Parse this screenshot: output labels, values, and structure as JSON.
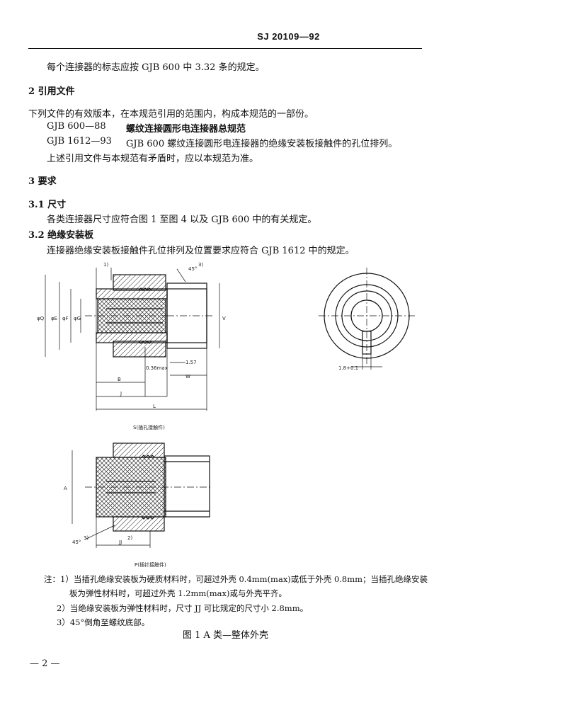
{
  "header": "SJ 20109—92",
  "lines": {
    "l1": "每个连接器的标志应按 GJB 600 中 3.32 条的规定。",
    "sec2": "2   引用文件",
    "p1": "下列文件的有效版本，在本规范引用的范围内，构成本规范的一部份。",
    "ref1_code": "GJB 600—88",
    "ref1_title": "螺纹连接圆形电连接器总规范",
    "ref2_code": "GJB 1612—93",
    "ref2_title": "GJB 600 螺纹连接圆形电连接器的绝缘安装板接触件的孔位排列。",
    "p2": "上述引用文件与本规范有矛盾时，应以本规范为准。",
    "sec3": "3   要求",
    "sec31": "3.1   尺寸",
    "p31": "各类连接器尺寸应符合图 1 至图 4 以及 GJB 600 中的有关规定。",
    "sec32": "3.2   绝缘安装板",
    "p32": "连接器绝缘安装板接触件孔位排列及位置要求应符合 GJB 1612 中的规定。"
  },
  "figure": {
    "label_note1": "1)",
    "label_45_top": "45°",
    "label_sup3": "3)",
    "label_phiQ": "φQ",
    "label_phiE": "φE",
    "label_phiF": "φF",
    "label_phiG": "φG",
    "label_V": "V",
    "label_036": "0.36max",
    "label_157": "1.57",
    "label_B": "B",
    "label_W": "W",
    "label_J": "J",
    "label_L": "L",
    "label_18": "1.8+0.1",
    "caption_S": "S(插孔接触件)",
    "label_A": "A",
    "label_45_bot": "45°",
    "label_JJ": "JJ",
    "label_sup2": "2)",
    "caption_P": "P(插针接触件)"
  },
  "notes": {
    "n1a": "注：1）当插孔绝缘安装板为硬质材料时，可超过外壳 0.4mm(max)或低于外壳 0.8mm；当插孔绝缘安装",
    "n1b": "板为弹性材料时，可超过外壳 1.2mm(max)或与外壳平齐。",
    "n2": "2）当绝缘安装板为弹性材料时，尺寸 JJ 可比规定的尺寸小 2.8mm。",
    "n3": "3）45°倒角至螺纹底部。"
  },
  "caption": "图 1   A 类—整体外壳",
  "page_number": "— 2 —"
}
